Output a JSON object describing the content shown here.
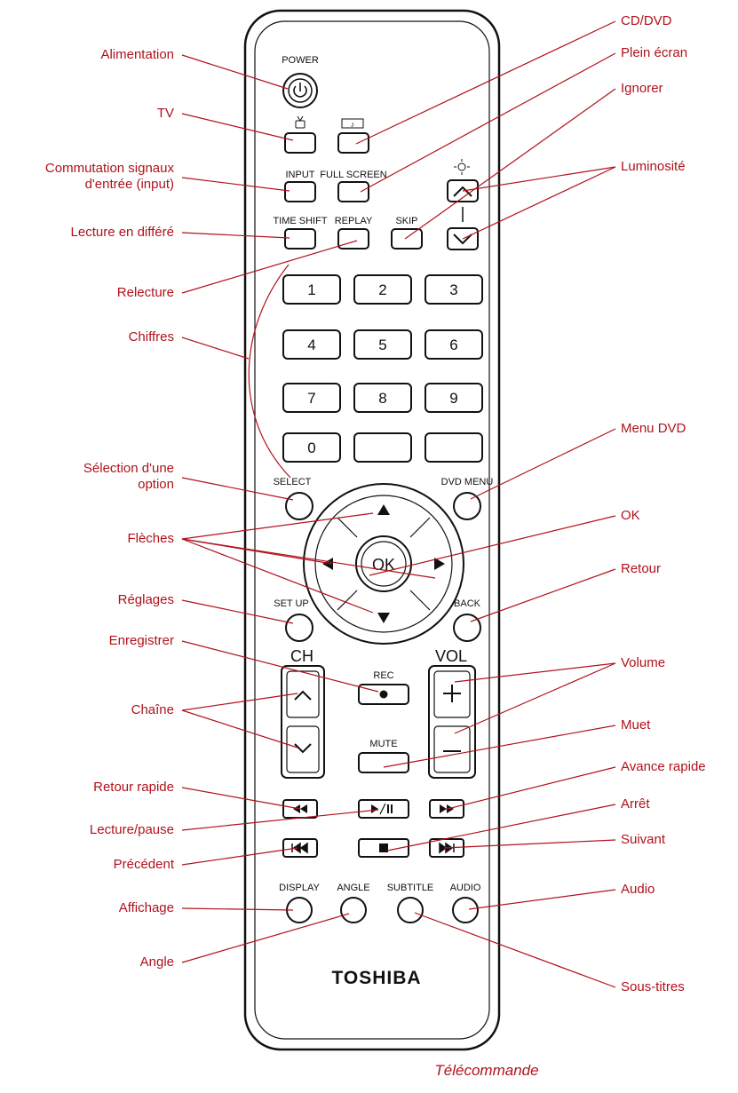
{
  "labels": {
    "alimentation": "Alimentation",
    "tv": "TV",
    "commutation_1": "Commutation signaux",
    "commutation_2": "d'entrée (input)",
    "lecture_differe": "Lecture en différé",
    "relecture": "Relecture",
    "chiffres": "Chiffres",
    "selection_1": "Sélection d'une",
    "selection_2": "option",
    "fleches": "Flèches",
    "reglages": "Réglages",
    "enregistrer": "Enregistrer",
    "chaine": "Chaîne",
    "retour_rapide": "Retour rapide",
    "lecture_pause": "Lecture/pause",
    "precedent": "Précédent",
    "affichage": "Affichage",
    "angle": "Angle",
    "cd_dvd": "CD/DVD",
    "plein_ecran": "Plein écran",
    "ignorer": "Ignorer",
    "luminosite": "Luminosité",
    "menu_dvd": "Menu DVD",
    "ok": "OK",
    "retour": "Retour",
    "volume": "Volume",
    "muet": "Muet",
    "avance_rapide": "Avance rapide",
    "arret": "Arrêt",
    "suivant": "Suivant",
    "audio": "Audio",
    "sous_titres": "Sous-titres"
  },
  "remote": {
    "power": "POWER",
    "input": "INPUT",
    "full_screen": "FULL SCREEN",
    "time_shift": "TIME SHIFT",
    "replay": "REPLAY",
    "skip": "SKIP",
    "digits": [
      "1",
      "2",
      "3",
      "4",
      "5",
      "6",
      "7",
      "8",
      "9",
      "0"
    ],
    "select": "SELECT",
    "dvd_menu": "DVD MENU",
    "ok": "OK",
    "set_up": "SET UP",
    "back": "BACK",
    "ch": "CH",
    "vol": "VOL",
    "rec": "REC",
    "mute": "MUTE",
    "display": "DISPLAY",
    "angle": "ANGLE",
    "subtitle": "SUBTITLE",
    "audio": "AUDIO",
    "brand": "TOSHIBA"
  },
  "caption": "Télécommande",
  "colors": {
    "label": "#b0121b",
    "outline": "#111111"
  }
}
